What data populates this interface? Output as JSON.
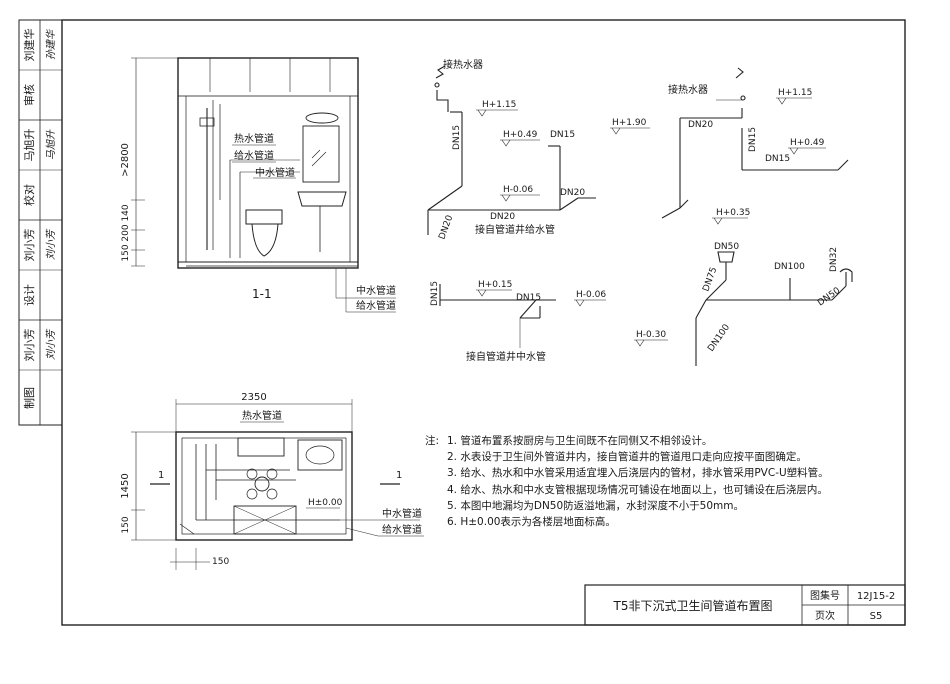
{
  "sidebar": {
    "rows": [
      {
        "label": "审核",
        "signer": "刘建华",
        "sign": "孙建华"
      },
      {
        "label": "校对",
        "signer": "马旭升",
        "sign": "马旭升"
      },
      {
        "label": "设计",
        "signer": "刘小芳",
        "sign": "刘小芳"
      },
      {
        "label": "制图",
        "signer": "刘小芳",
        "sign": "刘小芳"
      }
    ]
  },
  "section": {
    "caption": "1-1",
    "dim_height": ">2800",
    "dim_small": "150 200 140",
    "hot_pipe": "热水管道",
    "supply_pipe": "给水管道",
    "reclaim_pipe": "中水管道",
    "reclaim_pipe2": "中水管道",
    "supply_pipe2": "给水管道"
  },
  "iso_hot": {
    "heater": "接热水器",
    "h1": "H+1.15",
    "h2": "H+0.49",
    "h3": "H-0.06",
    "dn_a": "DN15",
    "dn_b": "DN15",
    "dn_c": "DN20",
    "dn_d": "DN20",
    "dn_e": "DN20",
    "caption": "接自管道井给水管"
  },
  "iso_hot2": {
    "heater": "接热水器",
    "h1": "H+1.15",
    "h2": "H+1.90",
    "h3": "H+0.49",
    "h4": "H+0.35",
    "dn_a": "DN20",
    "dn_b": "DN15",
    "dn_c": "DN15"
  },
  "iso_reclaim": {
    "h1": "H+0.15",
    "h2": "H-0.06",
    "dn_a": "DN15",
    "dn_b": "DN15",
    "caption": "接自管道井中水管"
  },
  "iso_drain": {
    "dn50_top": "DN50",
    "dn75": "DN75",
    "dn100_top": "DN100",
    "dn32": "DN32",
    "dn50_side": "DN50",
    "dn100_diag": "DN100",
    "h1": "H-0.30"
  },
  "plan": {
    "dim_width": "2350",
    "dim_height": "1450",
    "dim_left": "150",
    "dim_bottom": "150",
    "hot_pipe": "热水管道",
    "reclaim_pipe": "中水管道",
    "supply_pipe": "给水管道",
    "elev": "H±0.00",
    "cut_mark": "1",
    "cut_mark2": "1"
  },
  "notes": {
    "head": "注:",
    "items": [
      "1. 管道布置系按厨房与卫生间既不在同侧又不相邻设计。",
      "2. 水表设于卫生间外管道井内，接自管道井的管道甩口走向应按平面图确定。",
      "3. 给水、热水和中水管采用适宜埋入后浇层内的管材，排水管采用PVC-U塑料管。",
      "4. 给水、热水和中水支管根据现场情况可铺设在地面以上，也可铺设在后浇层内。",
      "5. 本图中地漏均为DN50防返溢地漏，水封深度不小于50mm。",
      "6. H±0.00表示为各楼层地面标高。"
    ]
  },
  "titleblock": {
    "title": "T5非下沉式卫生间管道布置图",
    "atlas_label": "图集号",
    "atlas_value": "12J15-2",
    "page_label": "页次",
    "page_value": "S5"
  }
}
